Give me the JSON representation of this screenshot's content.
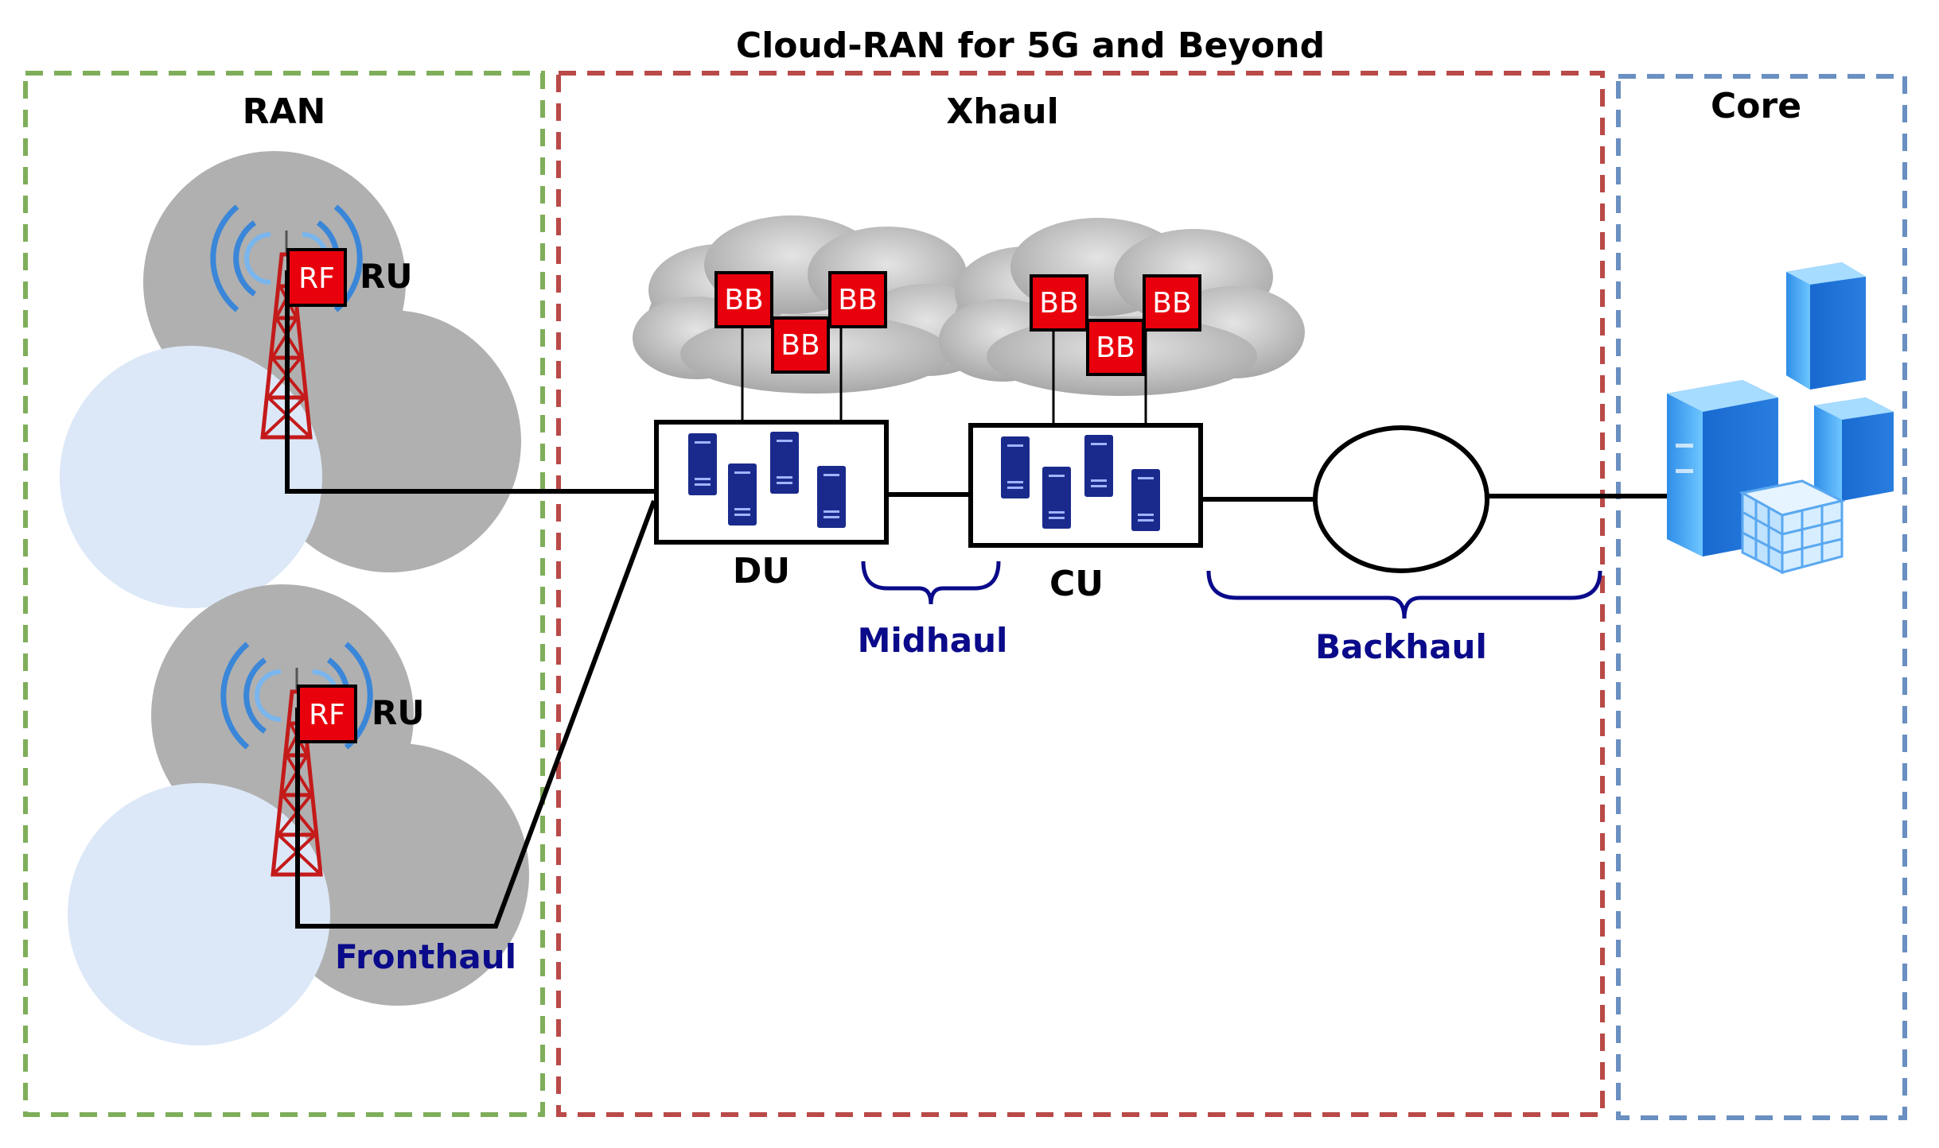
{
  "title": "Cloud-RAN for 5G and Beyond",
  "regions": {
    "ran": {
      "label": "RAN",
      "color": "#7fae5a"
    },
    "xhaul": {
      "label": "Xhaul",
      "color": "#b94a48"
    },
    "core": {
      "label": "Core",
      "color": "#6a8fc0"
    }
  },
  "radio_units": [
    {
      "rf_label": "RF",
      "label": "RU"
    },
    {
      "rf_label": "RF",
      "label": "RU"
    }
  ],
  "du": {
    "label": "DU",
    "bb_labels": [
      "BB",
      "BB",
      "BB"
    ]
  },
  "cu": {
    "label": "CU",
    "bb_labels": [
      "BB",
      "BB",
      "BB"
    ]
  },
  "links": {
    "fronthaul": "Fronthaul",
    "midhaul": "Midhaul",
    "backhaul": "Backhaul"
  },
  "colors": {
    "rf_box": "#e8000c",
    "bb_box": "#e8000c",
    "link_label": "#0a0a8a",
    "server": "#1a2a8c",
    "cloud": "#b8b8b8",
    "coverage_grey": "#b0b0b0",
    "coverage_blue": "#dce8f8"
  }
}
